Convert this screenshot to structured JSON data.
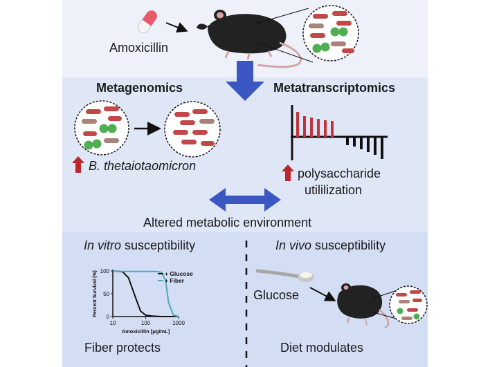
{
  "top": {
    "drug_label": "Amoxicillin"
  },
  "middle": {
    "metagenomics_title": "Metagenomics",
    "metatranscriptomics_title": "Metatranscriptomics",
    "species_label": "B. thetaiotaomicron",
    "pathway_label_line1": "polysaccharide",
    "pathway_label_line2": "utililization",
    "environment_label": "Altered metabolic environment"
  },
  "bottom": {
    "invitro_title_italic": "In vitro",
    "invitro_title_rest": " susceptibility",
    "invivo_title_italic": "In vivo",
    "invivo_title_rest": " susceptibility",
    "sugar_label": "Glucose",
    "left_caption": "Fiber protects",
    "right_caption": "Diet modulates"
  },
  "chart_data": {
    "type": "line",
    "ylabel": "Percent Survival (%)",
    "xlabel_prefix": "Amoxicillin [",
    "xlabel_unit": "μg/mL",
    "xlabel_suffix": "]",
    "x_scale": "log",
    "xlim": [
      10,
      1000
    ],
    "ylim": [
      0,
      100
    ],
    "x_ticks": [
      "10",
      "100",
      "1000"
    ],
    "y_ticks": [
      "0",
      "50",
      "100"
    ],
    "legend_position": "top-right",
    "series": [
      {
        "name": "+ Glucose",
        "color": "#111111",
        "x": [
          10,
          20,
          30,
          50,
          70,
          100,
          150,
          300,
          1000
        ],
        "y": [
          100,
          98,
          85,
          40,
          12,
          3,
          1,
          0,
          0
        ]
      },
      {
        "name": "+ Fiber",
        "color": "#4fa8b8",
        "x": [
          10,
          20,
          30,
          50,
          100,
          200,
          300,
          400,
          500,
          700,
          1000
        ],
        "y": [
          100,
          99,
          99,
          99,
          99,
          99,
          97,
          80,
          30,
          3,
          0
        ]
      }
    ]
  },
  "colors": {
    "top_bg": "#eef1fa",
    "mid_bg": "#dfe6f6",
    "bottom_bg": "#d3ddf3",
    "arrow_blue": "#3a57c4",
    "bar_red": "#c0343c",
    "up_arrow_red": "#b8282c",
    "bacteria_red": "#c24848",
    "bacteria_brown": "#a8837a",
    "bacteria_green": "#4fae52"
  }
}
